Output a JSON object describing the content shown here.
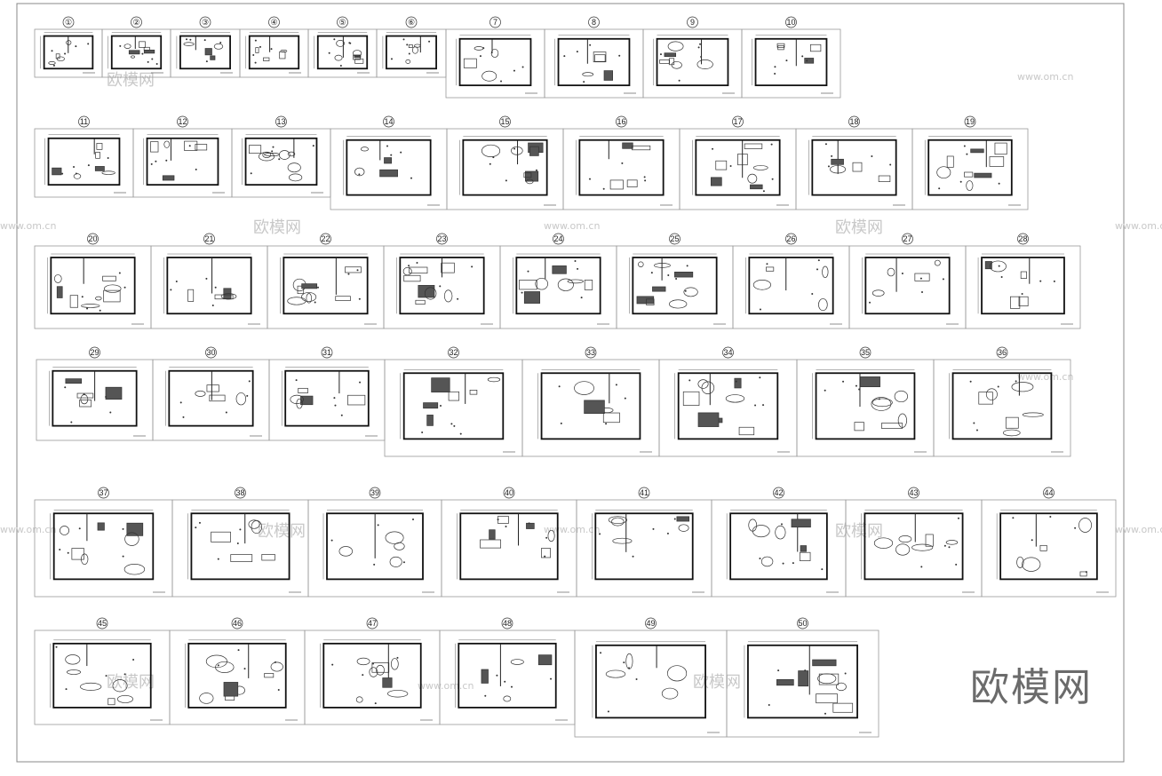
{
  "sheet": {
    "brand_logo": "欧模网",
    "watermark_cn": "欧模网",
    "watermark_url": "www.om.cn",
    "plan_numbers": [
      "①",
      "②",
      "③",
      "④",
      "⑤",
      "⑥",
      "7",
      "8",
      "9",
      "10",
      "11",
      "12",
      "13",
      "14",
      "15",
      "16",
      "17",
      "18",
      "19",
      "20",
      "21",
      "22",
      "23",
      "24",
      "25",
      "26",
      "27",
      "28",
      "29",
      "30",
      "31",
      "32",
      "33",
      "34",
      "35",
      "36",
      "37",
      "38",
      "39",
      "40",
      "41",
      "42",
      "43",
      "44",
      "45",
      "46",
      "47",
      "48",
      "49",
      "50"
    ]
  }
}
